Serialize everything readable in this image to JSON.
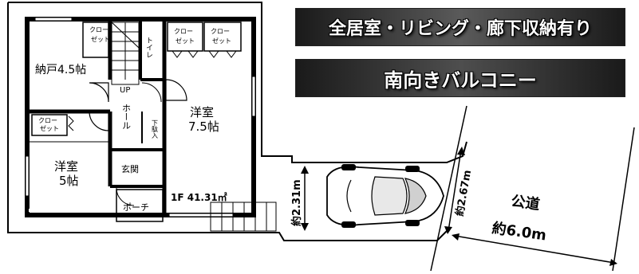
{
  "banners": {
    "feature1": "全居室・リビング・廊下収納有り",
    "feature2": "南向きバルコニー"
  },
  "rooms": {
    "closet1": [
      "クロー",
      "ゼット"
    ],
    "closet2": [
      "クロー",
      "ゼット"
    ],
    "closet3": [
      "クロー",
      "ゼット"
    ],
    "closet4": [
      "クロー",
      "ゼット"
    ],
    "storage": "納戸4.5帖",
    "toilet": "トイレ",
    "up": "UP",
    "hall": "ホール",
    "shoe": "下駄入",
    "western_big": [
      "洋室",
      "7.5帖"
    ],
    "western_small": [
      "洋室",
      "5帖"
    ],
    "entrance": "玄関",
    "porch": "ポーチ",
    "floor_area": "1F 41.31㎡"
  },
  "dimensions": {
    "width_left": "約2.31m",
    "width_right": "約2.67m",
    "road_label": "公道",
    "road_width": "約6.0m"
  }
}
